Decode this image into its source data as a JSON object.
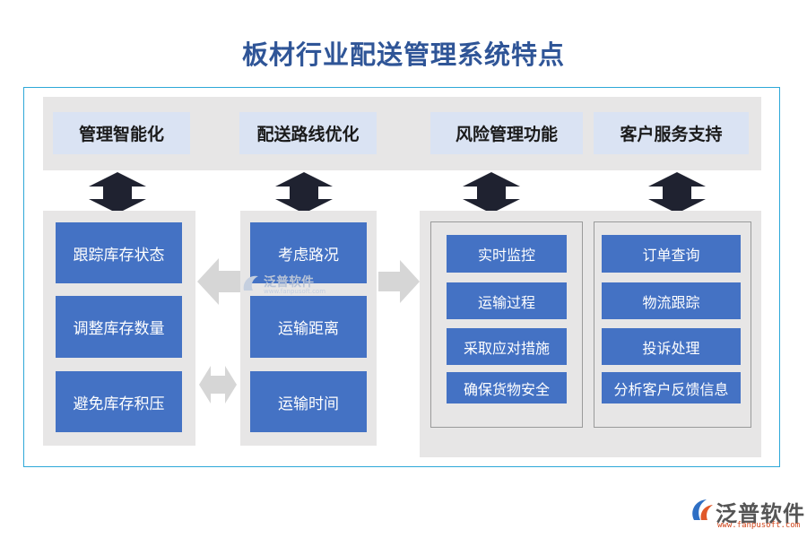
{
  "title": "板材行业配送管理系统特点",
  "features": [
    {
      "label": "管理智能化",
      "items": [
        "跟踪库存状态",
        "调整库存数量",
        "避免库存积压"
      ]
    },
    {
      "label": "配送路线优化",
      "items": [
        "考虑路况",
        "运输距离",
        "运输时间"
      ]
    },
    {
      "label": "风险管理功能",
      "items": [
        "实时监控",
        "运输过程",
        "采取应对措施",
        "确保货物安全"
      ]
    },
    {
      "label": "客户服务支持",
      "items": [
        "订单查询",
        "物流跟踪",
        "投诉处理",
        "分析客户反馈信息"
      ]
    }
  ],
  "watermark": {
    "text": "泛普软件",
    "url": "www.fanpusoft.com"
  },
  "logo": {
    "text": "泛普软件",
    "url": "www.fanpusoft.com"
  },
  "colors": {
    "title": "#2f5597",
    "feature_bg": "#dae3f3",
    "item_bg": "#4472c4",
    "panel_bg": "#e7e6e6",
    "frame": "#2ea8d8",
    "arrow": "#1f2230"
  }
}
